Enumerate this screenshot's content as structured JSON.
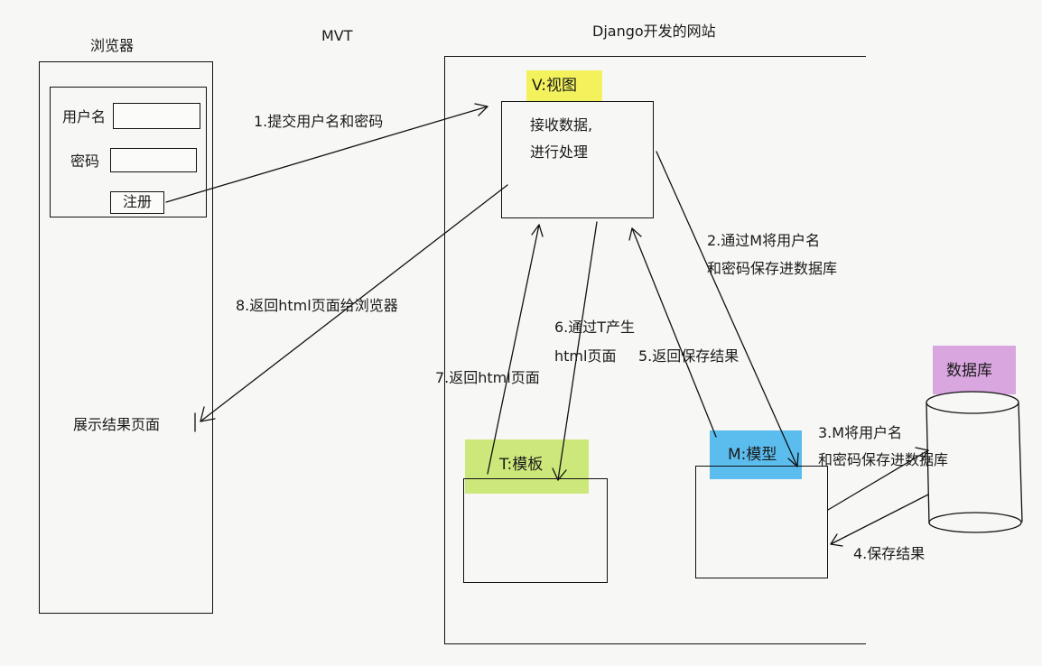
{
  "headers": {
    "browser": "浏览器",
    "mvt": "MVT",
    "site": "Django开发的网站"
  },
  "browser": {
    "username_label": "用户名",
    "password_label": "密码",
    "register_button": "注册",
    "result_page": "展示结果页面"
  },
  "components": {
    "view": {
      "label": "V:视图",
      "text_line1": "接收数据,",
      "text_line2": "进行处理",
      "color": "#f4f25c"
    },
    "template": {
      "label": "T:模板",
      "color": "#cde87a"
    },
    "model": {
      "label": "M:模型",
      "color": "#5bbcee"
    },
    "database": {
      "label": "数据库",
      "color": "#d9a6e0"
    }
  },
  "steps": {
    "s1": "1.提交用户名和密码",
    "s2_line1": "2.通过M将用户名",
    "s2_line2": "和密码保存进数据库",
    "s3_line1": "3.M将用户名",
    "s3_line2": "和密码保存进数据库",
    "s4": "4.保存结果",
    "s5": "5.返回保存结果",
    "s6_line1": "6.通过T产生",
    "s6_line2": "html页面",
    "s7": "7.返回html页面",
    "s8": "8.返回html页面给浏览器"
  }
}
